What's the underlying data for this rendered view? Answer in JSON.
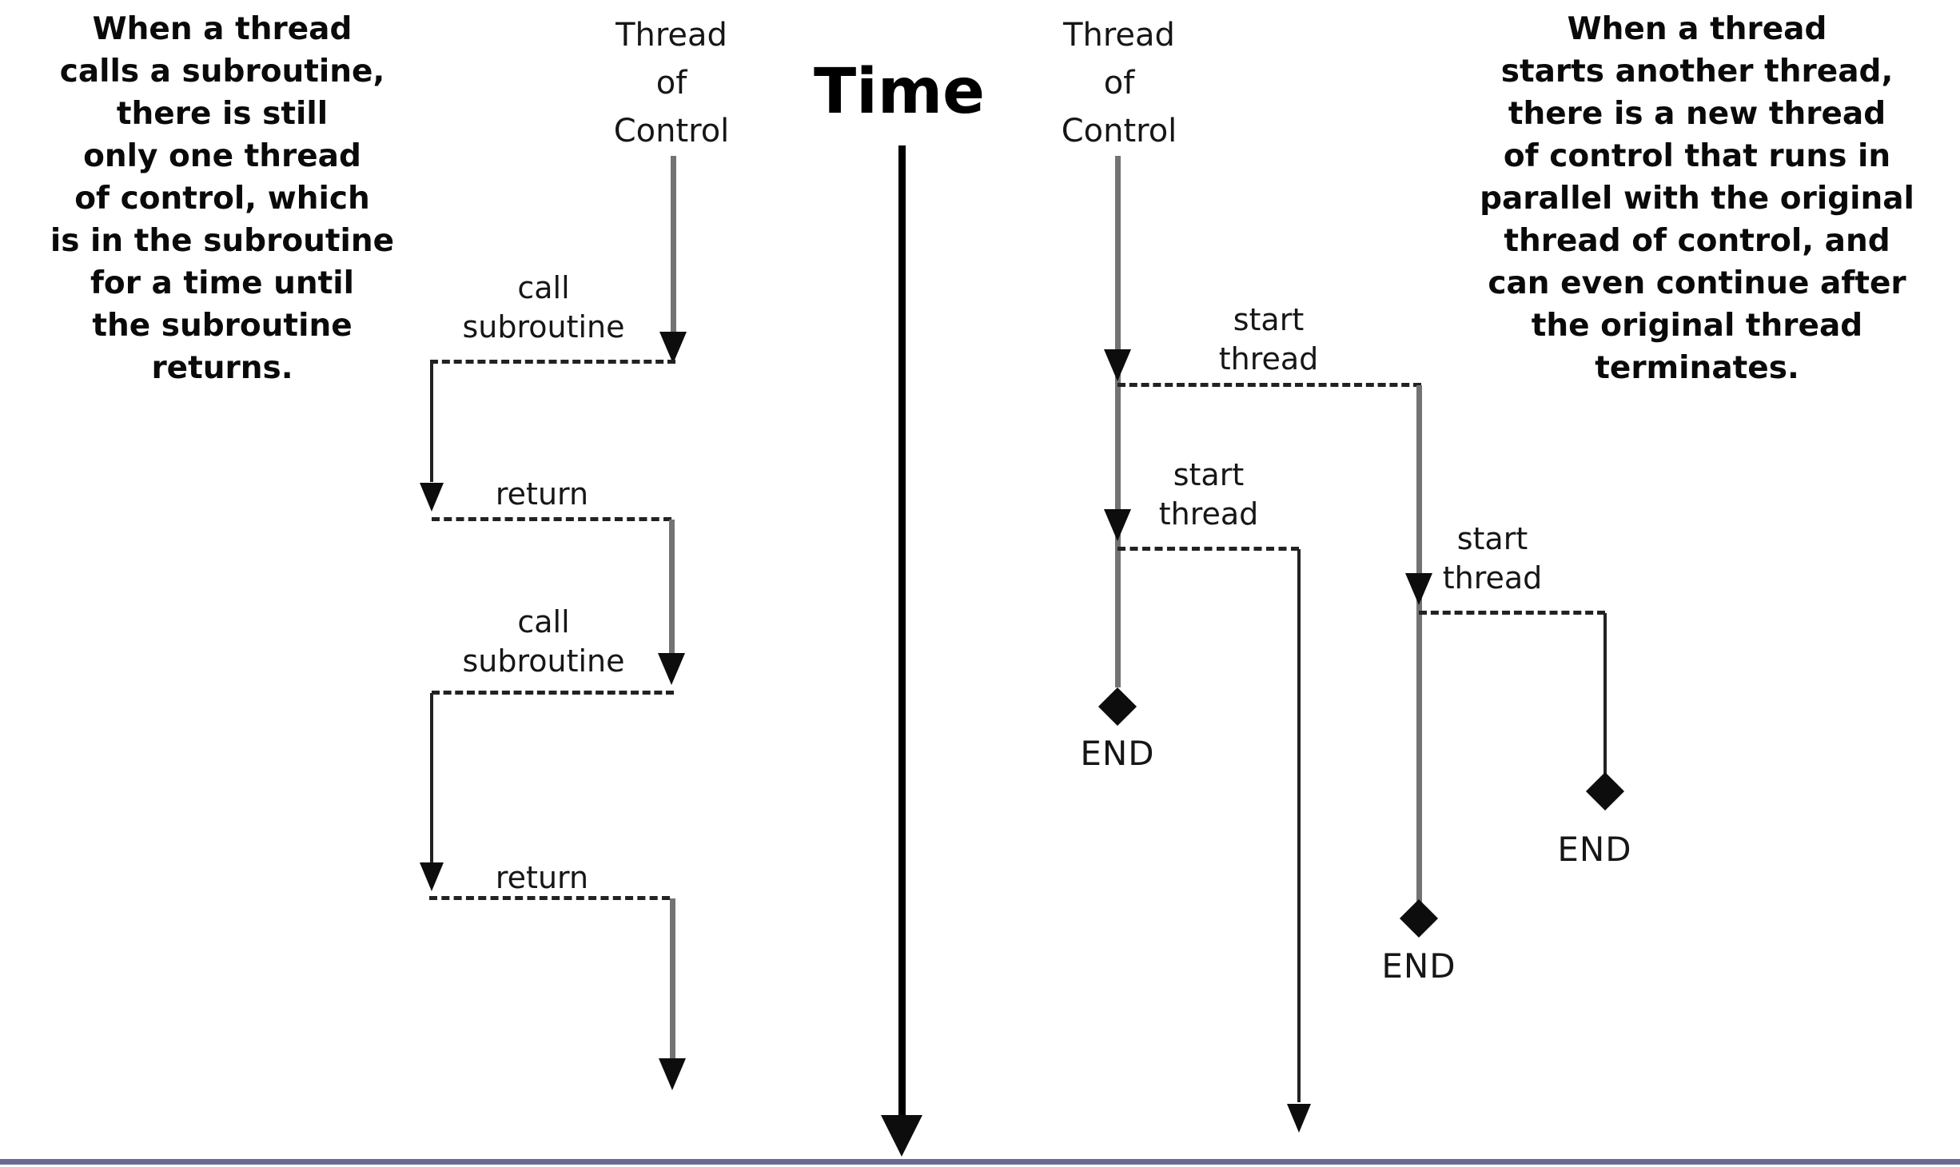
{
  "notes": {
    "left": "When a thread\ncalls a subroutine,\nthere is still\nonly one thread\nof control, which\nis in the subroutine\nfor a time until\nthe subroutine\nreturns.",
    "right": "When a thread\nstarts another thread,\nthere is a new thread\nof control that runs in\nparallel with the original\nthread of control, and\ncan even continue after\nthe original thread\nterminates."
  },
  "time_axis": {
    "label": "Time"
  },
  "left_diagram": {
    "thread_label": "Thread\nof\nControl",
    "event_labels": {
      "call1": "call\nsubroutine",
      "return1": "return",
      "call2": "call\nsubroutine",
      "return2": "return"
    }
  },
  "right_diagram": {
    "thread_label": "Thread\nof\nControl",
    "start_labels": [
      "start\nthread",
      "start\nthread",
      "start\nthread"
    ],
    "end_labels": [
      "END",
      "END",
      "END"
    ]
  },
  "colors": {
    "background": "#ffffff",
    "text": "#0a0a0a",
    "thread_line_gray": "#737373",
    "thread_line_black": "#222222",
    "time_arrow": "#000000",
    "bottom_border": "#6a6a94"
  }
}
